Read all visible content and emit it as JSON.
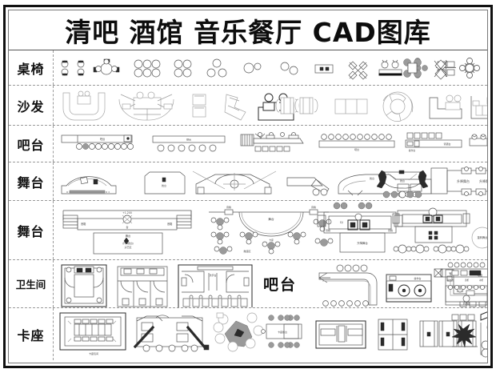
{
  "document": {
    "title": "清吧 酒馆 音乐餐厅 CAD图库",
    "type": "CAD block library sheet",
    "sheet_bg": "#ffffff",
    "border_color": "#111111",
    "line_color": "#555555"
  },
  "rows": [
    {
      "label": "桌椅",
      "meaning": "tables-and-chairs",
      "figures": [
        "two-seat-round-table",
        "round-table-with-four-chairs",
        "four-round-tables-cluster",
        "two-by-two-round-tables",
        "three-round-stools",
        "single-round-table",
        "two-round-tables",
        "rectangular-table-two-chairs",
        "diamond-chairs-cluster",
        "two-chairs-with-bench",
        "four-chairs-cross",
        "four-square-tables-grid",
        "round-table-four-chairs-ring",
        "square-table-four-chairs-dark",
        "double-diamond-chairs",
        "round-table-petal-chairs"
      ]
    },
    {
      "label": "沙发",
      "meaning": "sofas",
      "figures": [
        "u-shaped-booth-sofa",
        "curved-sofa-with-table",
        "two-seat-modular-sofa",
        "angled-chaise-sofa",
        "l-shaped-sofa-dark",
        "two-armchairs-pair",
        "three-seat-sofa",
        "round-swivel-sofa-group",
        "l-sofa-with-coffee-table",
        "lounge-seating-plan"
      ]
    },
    {
      "label": "吧台",
      "meaning": "bar-counter",
      "figures": [
        "straight-bar-with-ten-stools",
        "long-bar-with-seven-stools",
        "bar-with-backbar-and-stools",
        "long-counter-twelve-stools",
        "service-bar-with-five-stools",
        "small-bar-two-stools"
      ]
    },
    {
      "label": "舞台",
      "meaning": "stage",
      "figures": [
        "domed-stage-plan",
        "trapezoid-stage-plan",
        "arched-stage-with-axes",
        "stage-wing-detail",
        "stepped-stage-with-tables",
        "stage-with-performers",
        "lift-stage-with-banquet-tables"
      ],
      "annotations": [
        "升降舞台",
        "升降舞台"
      ]
    },
    {
      "label": "舞台",
      "meaning": "stage-detail",
      "figures": [
        "stage-elevation-with-speakers",
        "semicircular-stage-with-audience-tables",
        "dj-booth-stage-plan",
        "stage-with-dj-and-seating",
        "round-stage-plan"
      ]
    },
    {
      "label": "卫生间",
      "meaning": "restroom",
      "figures": [
        "restroom-plan-two-stalls",
        "restroom-plan-three-stalls",
        "restroom-plan-with-urinals"
      ],
      "inline_label": "吧台",
      "figures_right": [
        "curved-bar-with-stools",
        "back-bar-with-sinks",
        "l-shaped-service-bar",
        "full-bar-plan-detail"
      ]
    },
    {
      "label": "卡座",
      "meaning": "booth-seating",
      "figures": [
        "booth-room-plan",
        "double-booth-cluster",
        "round-booth-with-chairs",
        "long-booth-table-with-chairs",
        "three-seat-booth-unit",
        "four-cell-booth-grid",
        "row-of-booth-units",
        "starburst-lounge-plan",
        "corner-booth-with-sofa"
      ]
    }
  ]
}
